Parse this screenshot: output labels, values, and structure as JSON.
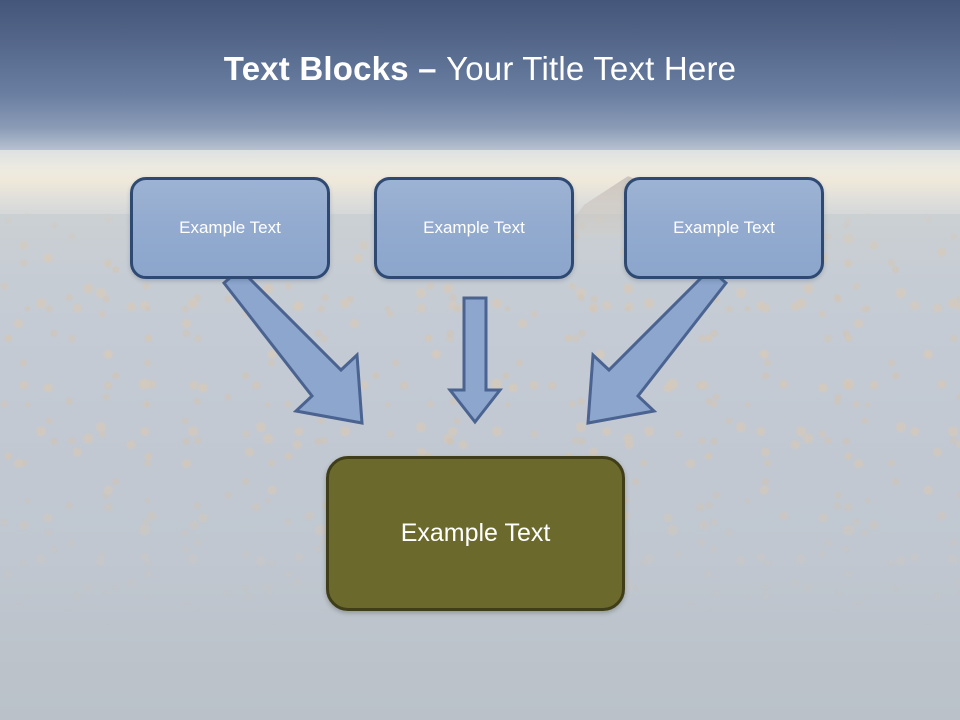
{
  "slide": {
    "title_bold": "Text Blocks ",
    "title_separator": "– ",
    "title_light": "Your Title Text Here",
    "title_full": "Text Blocks – Your Title Text Here"
  },
  "theme": {
    "sky_top_color": "#44567a",
    "sky_bottom_color": "#dfe2e2",
    "ground_color": "#c3cbd4",
    "speckle_color": "#e2c7a4",
    "box_blue_fill": "#93abcf",
    "box_blue_border": "#2f4a72",
    "box_olive_fill": "#6b6a2c",
    "box_olive_border": "#3f3e18",
    "arrow_fill": "#8ca6ce",
    "arrow_border": "#4a6390",
    "text_color": "#ffffff"
  },
  "top_boxes": [
    {
      "label": "Example Text"
    },
    {
      "label": "Example Text"
    },
    {
      "label": "Example Text"
    }
  ],
  "result_box": {
    "label": "Example Text"
  },
  "arrows": [
    {
      "name": "arrow-down-right",
      "direction": "down-right",
      "from_box": 1,
      "to_box": "result"
    },
    {
      "name": "arrow-down",
      "direction": "down",
      "from_box": 2,
      "to_box": "result"
    },
    {
      "name": "arrow-down-left",
      "direction": "down-left",
      "from_box": 3,
      "to_box": "result"
    }
  ]
}
